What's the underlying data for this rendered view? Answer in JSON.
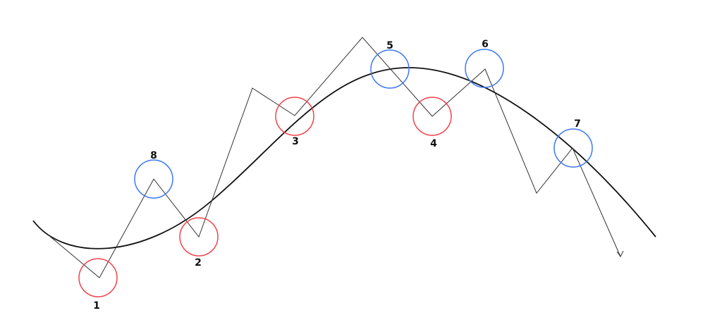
{
  "colors": {
    "red": "#f0444c",
    "blue": "#3f78f0",
    "line": "#333333",
    "curve": "#111111"
  },
  "markers": [
    {
      "label": "1",
      "color": "red"
    },
    {
      "label": "8",
      "color": "blue"
    },
    {
      "label": "2",
      "color": "red"
    },
    {
      "label": "3",
      "color": "red"
    },
    {
      "label": "5",
      "color": "blue"
    },
    {
      "label": "4",
      "color": "red"
    },
    {
      "label": "6",
      "color": "blue"
    },
    {
      "label": "7",
      "color": "blue"
    }
  ]
}
